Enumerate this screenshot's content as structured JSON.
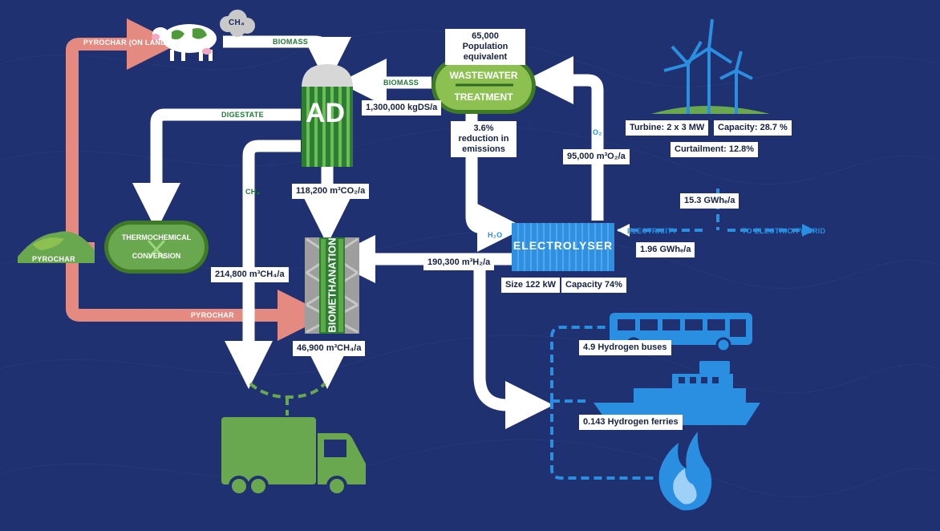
{
  "labels": {
    "pyrochar_on_land": "PYROCHAR (ON LAND)",
    "ch4_cow": "CH₄",
    "biomass_top": "BIOMASS",
    "biomass_ad": "BIOMASS",
    "digestate": "DIGESTATE",
    "ch4_left": "CH₄",
    "pyrochar_node": "PYROCHAR",
    "pyrochar_bottom": "PYROCHAR",
    "h2o": "H₂O",
    "o2": "O₂",
    "electricity": "ELECTRICITY",
    "to_grid": "TO ELECTRICITY GRID"
  },
  "nodes": {
    "ad": "AD",
    "wastewater_line1": "WASTEWATER",
    "wastewater_line2": "TREATMENT",
    "thermochemical_line1": "THERMOCHEMICAL",
    "thermochemical_line2": "CONVERSION",
    "biomethanation": "BIOMETHANATION",
    "electrolyser": "ELECTROLYSER"
  },
  "boxes": {
    "population": "65,000 Population equivalent",
    "kgds": "1,300,000 kgDS/a",
    "reduction": "3.6% reduction in emissions",
    "co2": "118,200 m³CO₂/a",
    "ch4_214": "214,800 m³CH₄/a",
    "ch4_46": "46,900 m³CH₄/a",
    "h2": "190,300 m³H₂/a",
    "o2_flow": "95,000 m³O₂/a",
    "turbine": "Turbine: 2 x 3 MW",
    "capacity_wind": "Capacity: 28.7 %",
    "curtailment": "Curtailment: 12.8%",
    "gwh_15": "15.3 GWhₑ/a",
    "gwh_196": "1.96 GWhₑ/a",
    "size": "Size 122 kW",
    "capacity_elec": "Capacity 74%",
    "buses": "4.9 Hydrogen buses",
    "ferries": "0.143 Hydrogen ferries"
  },
  "icons": [
    "cow-icon",
    "wind-turbine-icon",
    "truck-icon",
    "bus-icon",
    "ferry-icon",
    "flame-icon",
    "pyrochar-pile-icon",
    "gas-cloud-icon"
  ],
  "colors": {
    "background": "#1f3170",
    "green": "#5a9a3a",
    "dark_green": "#2e7d32",
    "pink": "#e48a80",
    "blue": "#2a8fe0",
    "white": "#ffffff"
  }
}
